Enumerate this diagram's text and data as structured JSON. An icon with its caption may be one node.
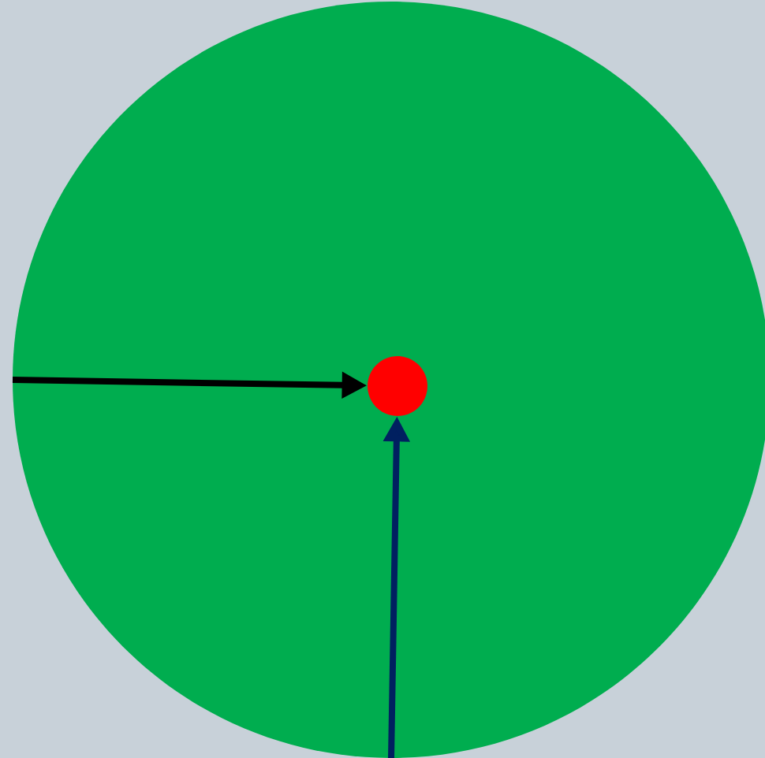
{
  "diagram": {
    "nodes": [
      {
        "text": [],
        "shape": "circle"
      },
      {
        "text": [],
        "shape": "circle",
        "in": 0
      }
    ],
    "edges": [
      {
        "from": null,
        "to": 1,
        "arrow": "to",
        "color": "#000000"
      },
      {
        "from": null,
        "to": 1,
        "arrow": "to",
        "color": "#002060"
      }
    ]
  }
}
